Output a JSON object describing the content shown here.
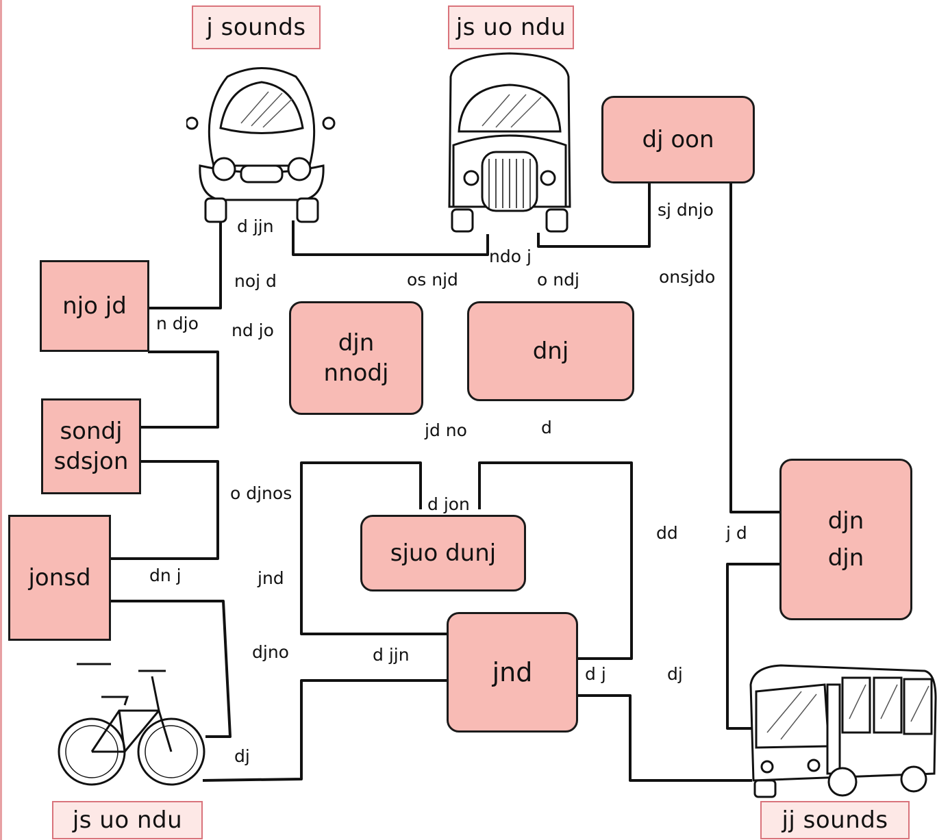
{
  "tags": {
    "car": "j sounds",
    "truck": "js uo ndu",
    "bike": "js uo ndu",
    "bus": "jj sounds"
  },
  "boxes": {
    "top_right": "dj oon",
    "left1": "njo jd",
    "left2_line1": "sondj",
    "left2_line2": "sdsjon",
    "left3": "jonsd",
    "mid1_line1": "djn",
    "mid1_line2": "nnodj",
    "mid2": "dnj",
    "center": "sjuo dunj",
    "bottom": "jnd",
    "right_line1": "djn",
    "right_line2": "djn"
  },
  "words": {
    "w1": "d jjn",
    "w2": "ndo j",
    "w3": "sj dnjo",
    "w4": "noj d",
    "w5": "os njd",
    "w6": "o ndj",
    "w7": "onsjdo",
    "w8": "n djo",
    "w9": "nd jo",
    "w10": "jd no",
    "w11": "d",
    "w12": "o djnos",
    "w13": "d jon",
    "w14": "dd",
    "w15": "j d",
    "w16": "dn j",
    "w17": "jnd",
    "w18": "djno",
    "w19": "d jjn",
    "w20": "d j",
    "w21": "dj",
    "w22": "dj"
  },
  "colors": {
    "box_fill": "#f8bbb5",
    "tag_fill": "#fde8e6",
    "tag_border": "#d9737b",
    "line": "#111111"
  },
  "icons": [
    "car-icon",
    "truck-icon",
    "bicycle-icon",
    "bus-icon"
  ]
}
